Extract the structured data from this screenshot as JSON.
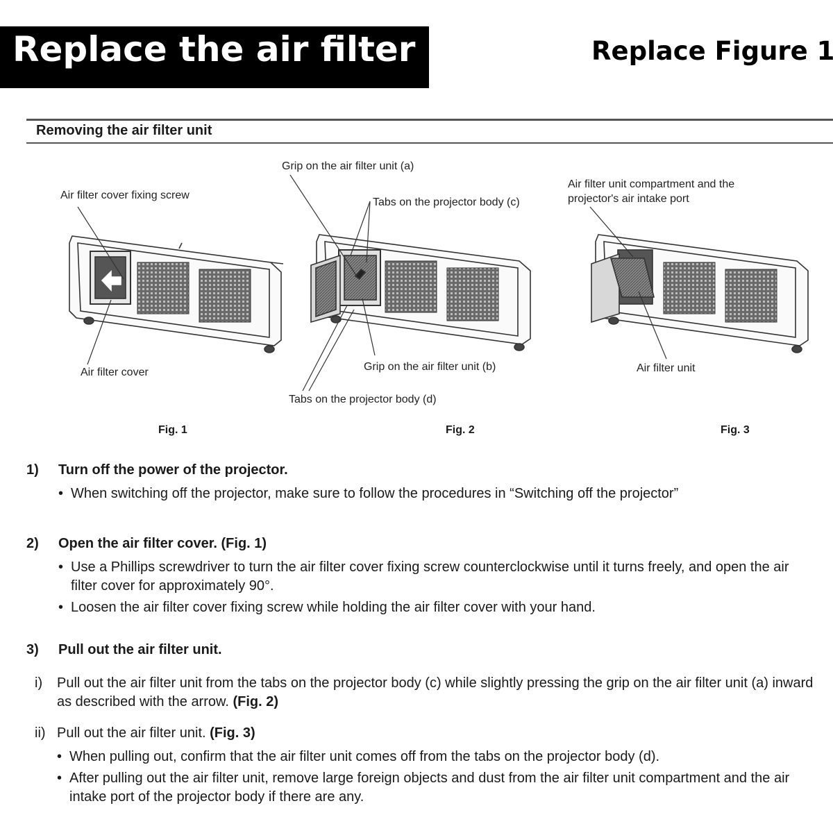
{
  "header": {
    "title": "Replace the air filter",
    "figure_ref": "Replace Figure 1"
  },
  "section": {
    "heading": "Removing the air filter unit"
  },
  "figures": {
    "fig1": {
      "label": "Fig. 1",
      "callout_screw": "Air filter cover fixing screw",
      "callout_cover": "Air filter cover"
    },
    "fig2": {
      "label": "Fig. 2",
      "callout_grip_a": "Grip on the air filter unit (a)",
      "callout_tabs_c": "Tabs on the projector body (c)",
      "callout_grip_b": "Grip on the air filter unit (b)",
      "callout_tabs_d": "Tabs on the projector body (d)"
    },
    "fig3": {
      "label": "Fig. 3",
      "callout_compartment_1": "Air filter unit compartment and the",
      "callout_compartment_2": "projector's air intake port",
      "callout_unit": "Air filter unit"
    }
  },
  "steps": [
    {
      "num": "1)",
      "title": "Turn off the power of the projector.",
      "bullets": [
        "When switching off the projector, make sure to follow the procedures in “Switching off the projector”"
      ]
    },
    {
      "num": "2)",
      "title": "Open the air filter cover. (Fig. 1)",
      "bullets": [
        "Use a Phillips screwdriver to turn the air filter cover fixing screw counterclockwise until it turns freely, and open the air filter cover for approximately 90°.",
        "Loosen the air filter cover fixing screw while holding the air filter cover with your hand."
      ]
    },
    {
      "num": "3)",
      "title": "Pull out the air filter unit.",
      "substeps": [
        {
          "num": "i)",
          "text": "Pull out the air filter unit from the tabs on the projector body (c) while slightly pressing the grip on the air filter unit (a) inward as described with the arrow.",
          "ref": "(Fig. 2)"
        },
        {
          "num": "ii)",
          "text": "Pull out the air filter unit.",
          "ref": "(Fig. 3)",
          "bullets": [
            "When pulling out, confirm that the air filter unit comes off from the tabs on the projector body (d).",
            "After pulling out the air filter unit, remove large foreign objects and dust from the air filter unit compartment and the air intake port of the projector body if there are any."
          ]
        }
      ]
    }
  ],
  "bullet_glyph": "•"
}
